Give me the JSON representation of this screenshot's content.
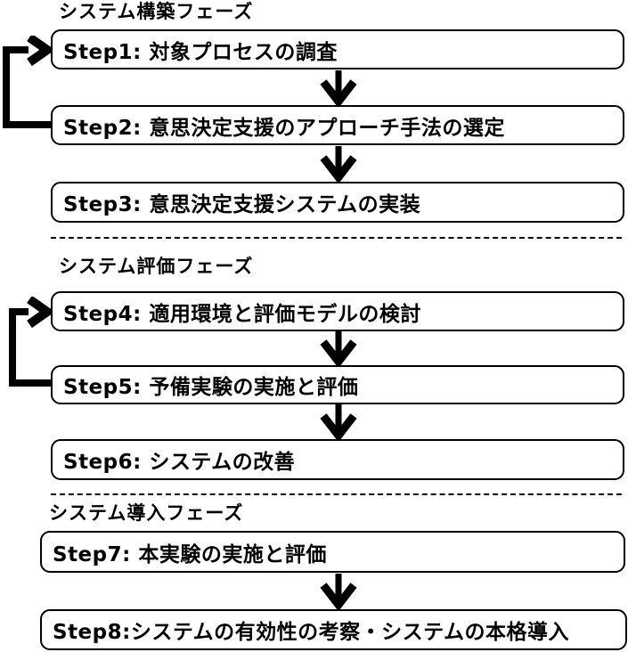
{
  "colors": {
    "background": "#ffffff",
    "ink": "#000000"
  },
  "phases": {
    "construction": {
      "title": "システム構築フェーズ"
    },
    "evaluation": {
      "title": "システム評価フェーズ"
    },
    "introduction": {
      "title": "システム導入フェーズ"
    }
  },
  "steps": {
    "step1": "Step1: 対象プロセスの調査",
    "step2": "Step2: 意思決定支援のアプローチ手法の選定",
    "step3": "Step3: 意思決定支援システムの実装",
    "step4": "Step4: 適用環境と評価モデルの検討",
    "step5": "Step5: 予備実験の実施と評価",
    "step6": "Step6: システムの改善",
    "step7": "Step7: 本実験の実施と評価",
    "step8": "Step8:システムの有効性の考察・システムの本格導入"
  },
  "icons": {
    "down_arrow": "flow-to-next-step",
    "feedback_arrow": "loop-back-to-previous-step"
  }
}
